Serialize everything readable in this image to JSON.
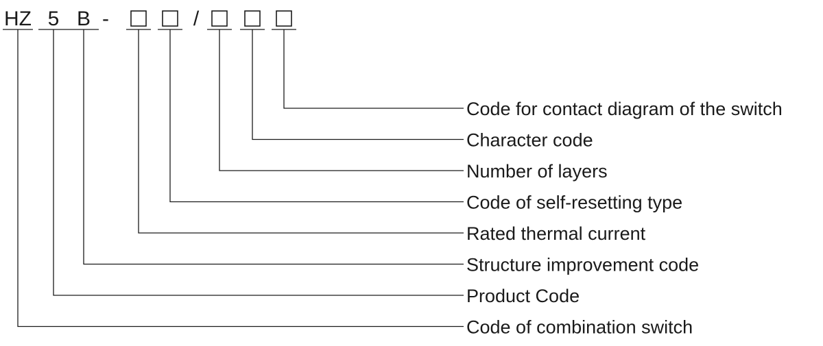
{
  "code_parts": [
    {
      "kind": "text",
      "text": "HZ"
    },
    {
      "kind": "text",
      "text": "5"
    },
    {
      "kind": "text",
      "text": "B"
    },
    {
      "kind": "sep",
      "text": "-"
    },
    {
      "kind": "box"
    },
    {
      "kind": "box"
    },
    {
      "kind": "sep",
      "text": "/"
    },
    {
      "kind": "box"
    },
    {
      "kind": "box"
    },
    {
      "kind": "box"
    }
  ],
  "descriptions": [
    {
      "text": "Code for contact diagram of the switch",
      "part": 9
    },
    {
      "text": "Character code",
      "part": 8
    },
    {
      "text": "Number of layers",
      "part": 7
    },
    {
      "text": "Code of self-resetting type",
      "part": 5
    },
    {
      "text": "Rated thermal current",
      "part": 4
    },
    {
      "text": "Structure improvement code",
      "part": 2
    },
    {
      "text": "Product Code",
      "part": 1
    },
    {
      "text": "Code of combination switch",
      "part": 0
    }
  ]
}
